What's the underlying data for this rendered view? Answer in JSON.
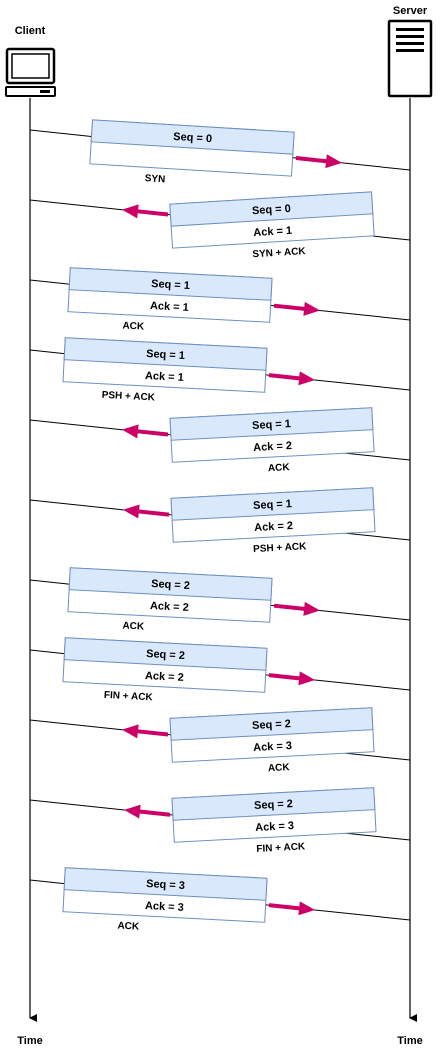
{
  "client": {
    "label": "Client",
    "icon": "computer-icon",
    "time_label": "Time"
  },
  "server": {
    "label": "Server",
    "icon": "server-icon",
    "time_label": "Time"
  },
  "colors": {
    "box_header": "#dae8fc",
    "box_border": "#6c8ebf",
    "arrow": "#cc0066",
    "line": "#000000"
  },
  "messages": [
    {
      "direction": "to-server",
      "seq": "Seq = 0",
      "ack": "",
      "flag": "SYN"
    },
    {
      "direction": "to-client",
      "seq": "Seq = 0",
      "ack": "Ack = 1",
      "flag": "SYN + ACK"
    },
    {
      "direction": "to-server",
      "seq": "Seq = 1",
      "ack": "Ack = 1",
      "flag": "ACK"
    },
    {
      "direction": "to-server",
      "seq": "Seq = 1",
      "ack": "Ack = 1",
      "flag": "PSH + ACK"
    },
    {
      "direction": "to-client",
      "seq": "Seq = 1",
      "ack": "Ack = 2",
      "flag": "ACK"
    },
    {
      "direction": "to-client",
      "seq": "Seq = 1",
      "ack": "Ack = 2",
      "flag": "PSH + ACK"
    },
    {
      "direction": "to-server",
      "seq": "Seq = 2",
      "ack": "Ack = 2",
      "flag": "ACK"
    },
    {
      "direction": "to-server",
      "seq": "Seq = 2",
      "ack": "Ack = 2",
      "flag": "FIN + ACK"
    },
    {
      "direction": "to-client",
      "seq": "Seq = 2",
      "ack": "Ack = 3",
      "flag": "ACK"
    },
    {
      "direction": "to-client",
      "seq": "Seq = 2",
      "ack": "Ack = 3",
      "flag": "FIN + ACK"
    },
    {
      "direction": "to-server",
      "seq": "Seq = 3",
      "ack": "Ack = 3",
      "flag": "ACK"
    }
  ]
}
